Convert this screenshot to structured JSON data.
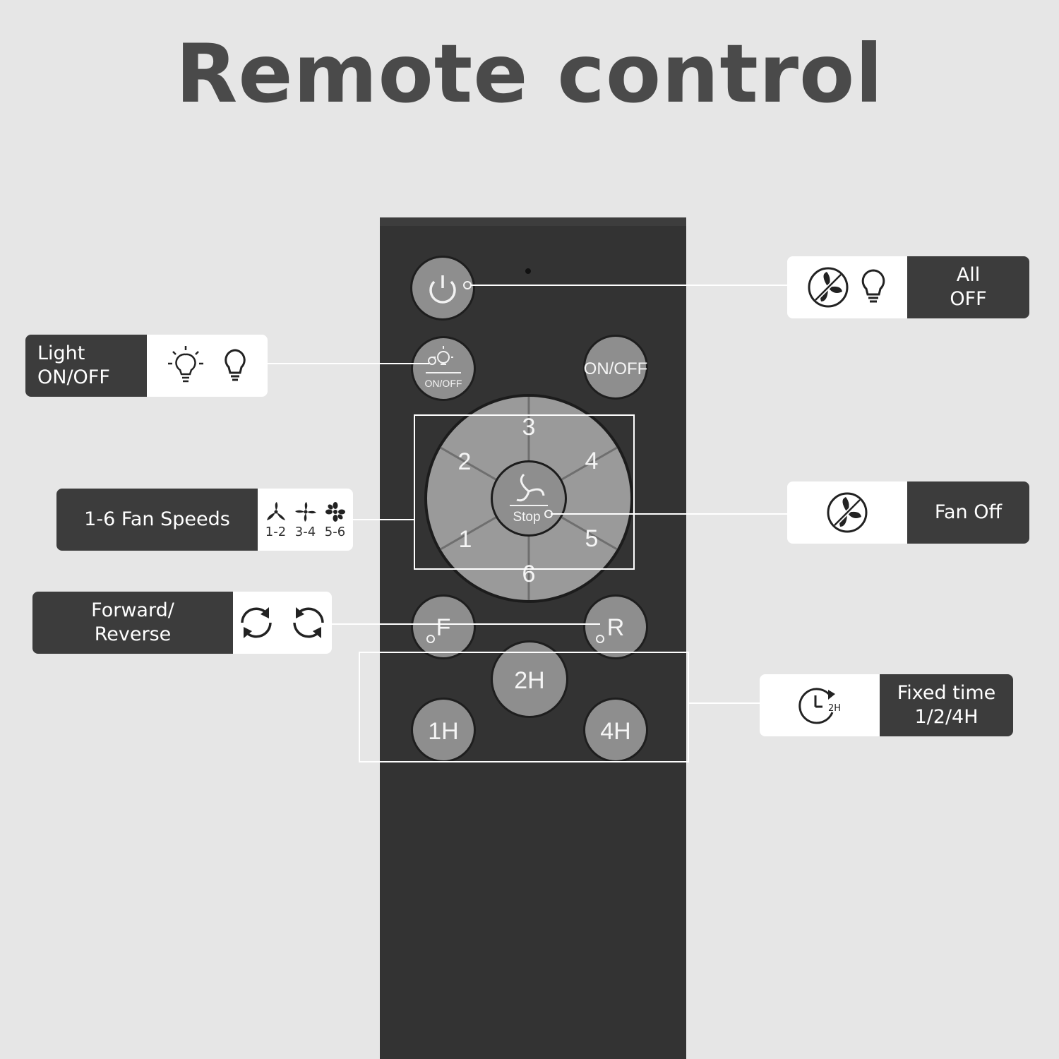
{
  "title": "Remote control",
  "remote": {
    "light_button_label": "ON/OFF",
    "onoff_button_label": "ON/OFF",
    "speed_labels": [
      "1",
      "2",
      "3",
      "4",
      "5",
      "6"
    ],
    "stop_label": "Stop",
    "forward_label": "F",
    "reverse_label": "R",
    "timer_labels": [
      "1H",
      "2H",
      "4H"
    ]
  },
  "callouts": {
    "all_off": {
      "label": "All\nOFF",
      "icons": [
        "fan-off-icon",
        "bulb-icon"
      ]
    },
    "light": {
      "label": "Light\nON/OFF",
      "icons": [
        "bulb-on-icon",
        "bulb-icon"
      ]
    },
    "speeds": {
      "label": "1-6 Fan Speeds",
      "icon_labels": [
        "1-2",
        "3-4",
        "5-6"
      ]
    },
    "fan_off": {
      "label": "Fan Off",
      "icons": [
        "fan-off-icon"
      ]
    },
    "direction": {
      "label": "Forward/\nReverse",
      "icons": [
        "rotate-ccw-icon",
        "rotate-cw-icon"
      ]
    },
    "timer": {
      "label": "Fixed time\n1/2/4H",
      "icon_text": "2H"
    }
  },
  "colors": {
    "background": "#e6e6e6",
    "remote_body": "#333333",
    "button": "#8f8f8f",
    "callout_dark": "#3c3c3c",
    "callout_light": "#ffffff"
  }
}
